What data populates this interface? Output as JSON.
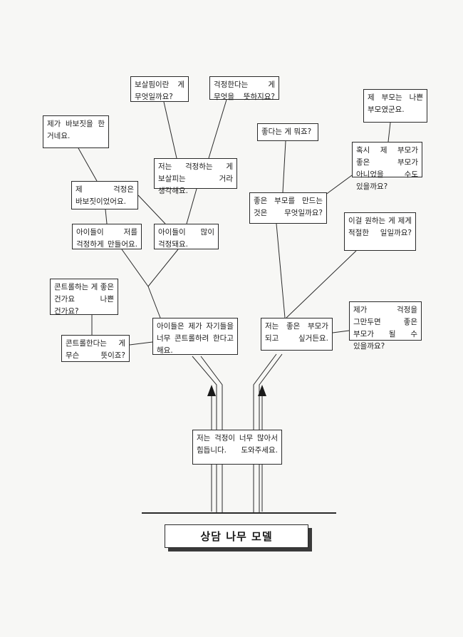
{
  "title": "상담 나무 모델",
  "boxes": {
    "root": "저는 걱정이 너무 많아서 힘듭니다. 도와주세요.",
    "left_trunk": "아이들은 제가 자기들을 너무 콘트롤하려 한다고 해요.",
    "control_meaning": "콘트롤한다는 게 무슨 뜻이죠?",
    "control_good_bad": "콘트롤하는 게 좋은 건가요 나쁜 건가요?",
    "kids_make_worry": "아이들이 저를 걱정하게 만들어요.",
    "kids_worry_much": "아이들이 많이 걱정돼요.",
    "worry_foolish": "제 걱정은 바보짓이었어요.",
    "did_foolish": "제가 바보짓을 한 거네요.",
    "worry_is_care": "저는 걱정하는 게 보살피는 거라 생각해요.",
    "what_is_care": "보살핌이란 게 무엇일까요?",
    "worry_means": "걱정한다는 게 무엇을 뜻하지요?",
    "right_trunk": "저는 좋은 부모가 되고 싶거든요.",
    "stop_worry": "제가 걱정을 그만두면 좋은 부모가 될 수 있을까요?",
    "appropriate": "이걸 원하는 게 제게 적절한 일일까요?",
    "what_makes_good": "좋은 부모를 만드는 것은 무엇일까요?",
    "what_is_good": "좋다는 게 뭐죠?",
    "maybe_not_good": "혹시 제 부모가 좋은 부모가 아니었을 수도 있을까요?",
    "bad_parents": "제 부모는 나쁜 부모였군요."
  }
}
